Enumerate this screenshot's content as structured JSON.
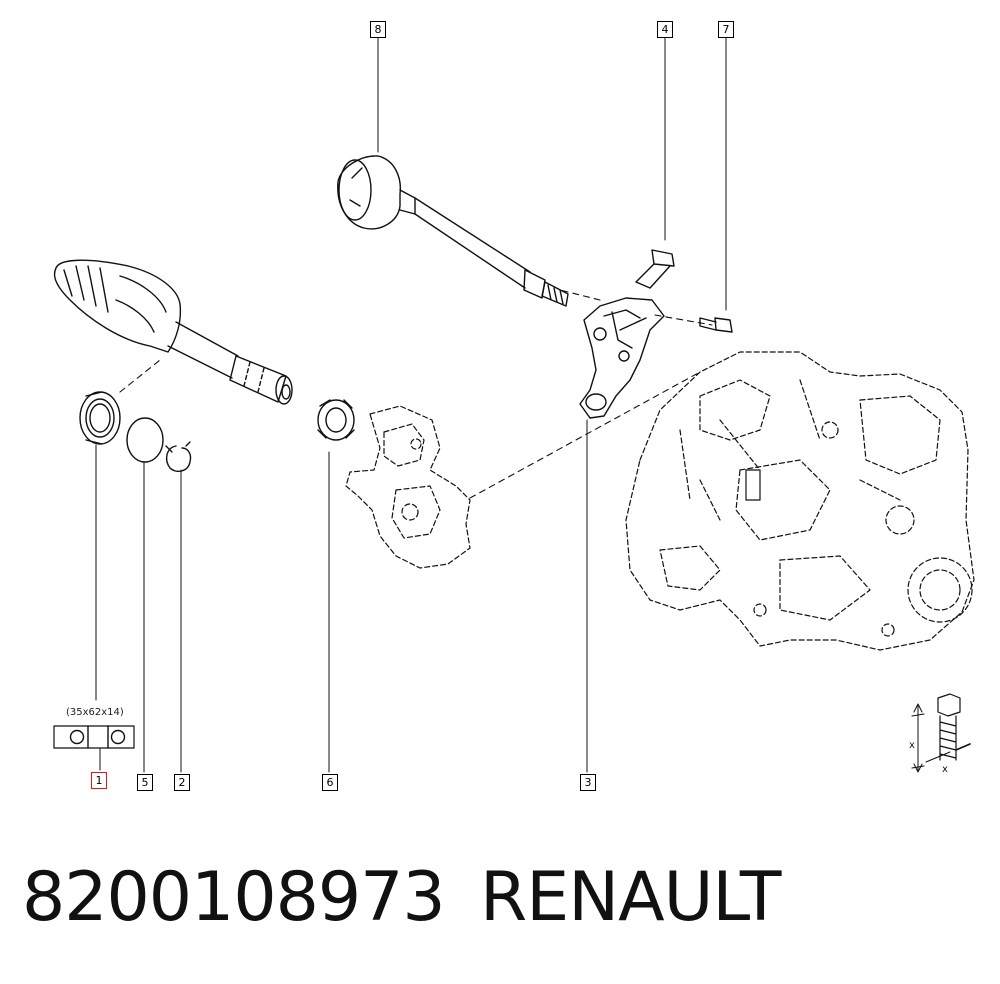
{
  "callouts": [
    {
      "id": "c1",
      "label": "1",
      "selected": true
    },
    {
      "id": "c2",
      "label": "2",
      "selected": false
    },
    {
      "id": "c3",
      "label": "3",
      "selected": false
    },
    {
      "id": "c4",
      "label": "4",
      "selected": false
    },
    {
      "id": "c5",
      "label": "5",
      "selected": false
    },
    {
      "id": "c6",
      "label": "6",
      "selected": false
    },
    {
      "id": "c7",
      "label": "7",
      "selected": false
    },
    {
      "id": "c8",
      "label": "8",
      "selected": false
    }
  ],
  "spec": {
    "bearing_size": "(35x62x14)"
  },
  "dimension_marks": {
    "x_label": "x"
  },
  "footer": {
    "part_number": "8200108973",
    "brand": "RENAULT"
  },
  "colors": {
    "line": "#000000",
    "selected": "#e11111"
  }
}
